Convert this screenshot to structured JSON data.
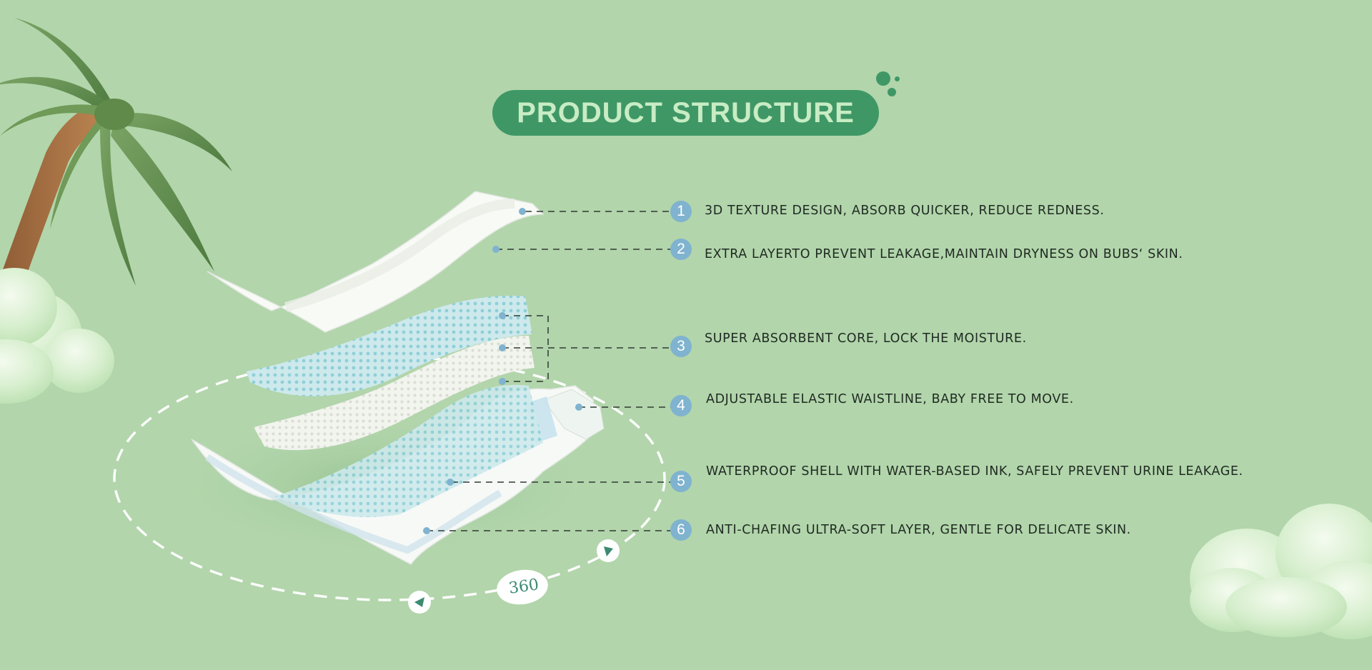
{
  "title": "PRODUCT STRUCTURE",
  "rotation_label": "360",
  "features": [
    {
      "number": "1",
      "text": "3D TEXTURE DESIGN, ABSORB QUICKER, REDUCE REDNESS."
    },
    {
      "number": "2",
      "text": "EXTRA LAYERTO PREVENT LEAKAGE,MAINTAIN DRYNESS ON BUBS‘ SKIN."
    },
    {
      "number": "3",
      "text": "SUPER ABSORBENT CORE, LOCK THE MOISTURE."
    },
    {
      "number": "4",
      "text": "ADJUSTABLE ELASTIC WAISTLINE, BABY FREE TO MOVE."
    },
    {
      "number": "5",
      "text": "WATERPROOF SHELL WITH WATER-BASED INK, SAFELY PREVENT URINE LEAKAGE."
    },
    {
      "number": "6",
      "text": "ANTI-CHAFING ULTRA-SOFT LAYER, GENTLE FOR DELICATE SKIN."
    }
  ],
  "colors": {
    "background": "#b2d5ab",
    "pill": "#3f9766",
    "pill_text": "#c8ecc4",
    "badge": "#7fb3cf",
    "text": "#1f2a22"
  },
  "icons": [
    "palm-tree-icon",
    "cloud-icon",
    "rotate-arrow-icon",
    "diaper-illustration"
  ]
}
